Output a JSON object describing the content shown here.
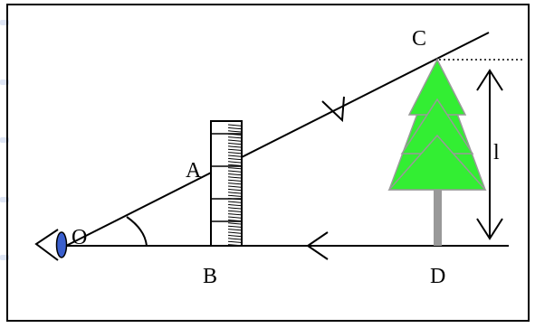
{
  "labels": {
    "C": "C",
    "A": "A",
    "O": "O",
    "B": "B",
    "D": "D",
    "height": "l"
  },
  "icons": {
    "eye": "eye-icon",
    "tree": "tree-icon",
    "ruler": "ruler-icon"
  },
  "colors": {
    "tree_foliage": "#33ee33",
    "tree_trunk": "#999999",
    "eye_pupil": "#3a5fcd",
    "lines": "#000000",
    "frame": "#000000",
    "edge_decoration": "#dfe6f5"
  }
}
